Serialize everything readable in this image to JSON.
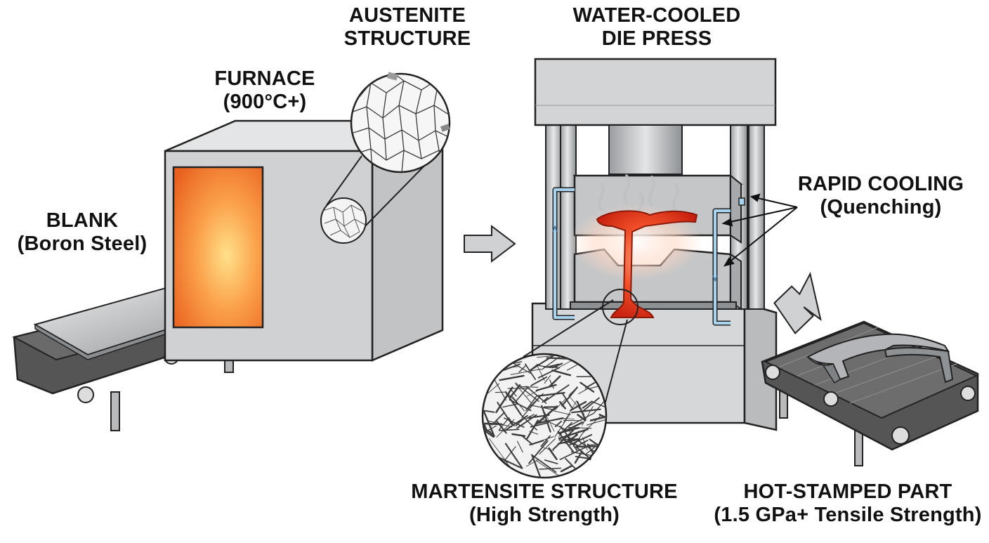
{
  "labels": {
    "blank": {
      "line1": "BLANK",
      "line2": "(Boron Steel)"
    },
    "furnace": {
      "line1": "FURNACE",
      "line2": "(900°C+)"
    },
    "austenite": {
      "line1": "AUSTENITE",
      "line2": "STRUCTURE"
    },
    "press": {
      "line1": "WATER-COOLED",
      "line2": "DIE PRESS"
    },
    "cooling": {
      "line1": "RAPID COOLING",
      "line2": "(Quenching)"
    },
    "martensite": {
      "line1": "MARTENSITE STRUCTURE",
      "line2": "(High Strength)"
    },
    "part": {
      "line1": "HOT-STAMPED PART",
      "line2": "(1.5 GPa+ Tensile Strength)"
    }
  },
  "colors": {
    "metal_light": "#dcdedf",
    "metal_mid": "#c3c6c8",
    "metal_dark": "#9a9da0",
    "outline": "#222222",
    "hot_orange": "#f07a2a",
    "hot_yellow": "#ffd36a",
    "hot_red": "#e8341c",
    "coolant_blue": "#a9d4ef",
    "belt_dark": "#4a4a4a"
  }
}
